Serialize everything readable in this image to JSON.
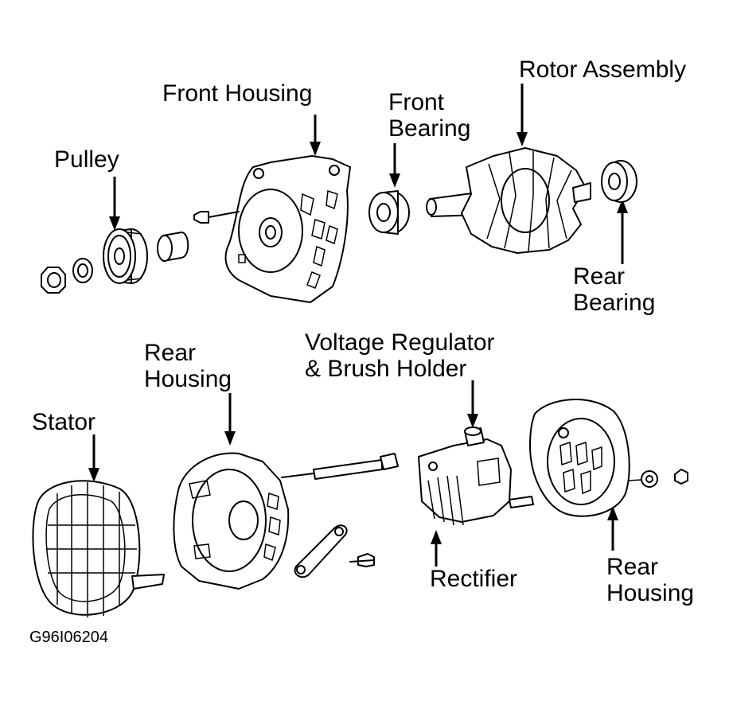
{
  "labels": {
    "front_housing": "Front Housing",
    "rotor_assembly": "Rotor Assembly",
    "front_bearing_1": "Front",
    "front_bearing_2": "Bearing",
    "pulley": "Pulley",
    "rear_bearing_1": "Rear",
    "rear_bearing_2": "Bearing",
    "voltage_regulator_1": "Voltage Regulator",
    "voltage_regulator_2": "& Brush Holder",
    "rear_housing_left_1": "Rear",
    "rear_housing_left_2": "Housing",
    "stator": "Stator",
    "rectifier": "Rectifier",
    "rear_housing_right_1": "Rear",
    "rear_housing_right_2": "Housing"
  },
  "figure_code": "G96I06204"
}
